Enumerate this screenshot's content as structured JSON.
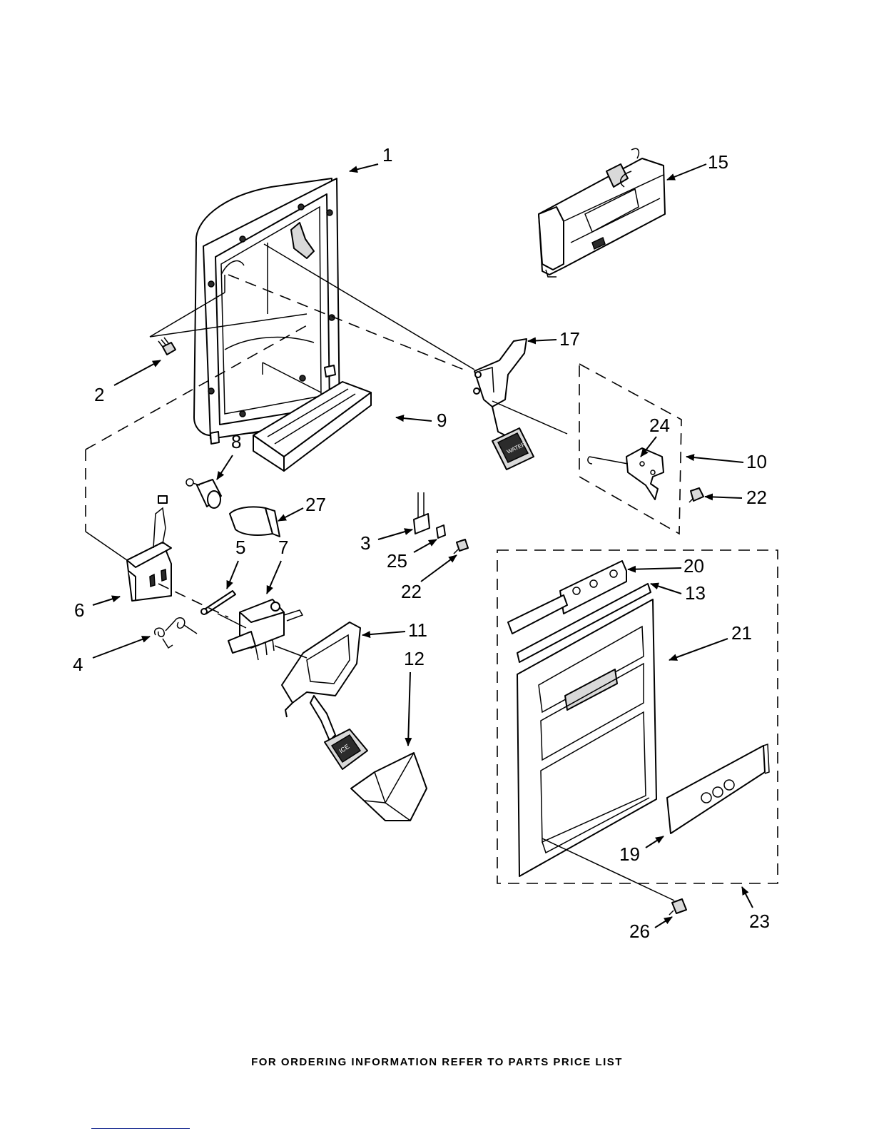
{
  "parts": {
    "p1": "1",
    "p2": "2",
    "p3": "3",
    "p4": "4",
    "p5": "5",
    "p6": "6",
    "p7": "7",
    "p8": "8",
    "p9": "9",
    "p10": "10",
    "p11": "11",
    "p12": "12",
    "p13": "13",
    "p15": "15",
    "p17": "17",
    "p19": "19",
    "p20": "20",
    "p21": "21",
    "p22a": "22",
    "p22b": "22",
    "p23": "23",
    "p24": "24",
    "p25": "25",
    "p26": "26",
    "p27": "27"
  },
  "pad_labels": {
    "water": "WATER",
    "ice": "ICE"
  },
  "footer": {
    "note": "FOR ORDERING INFORMATION REFER TO PARTS PRICE LIST"
  }
}
